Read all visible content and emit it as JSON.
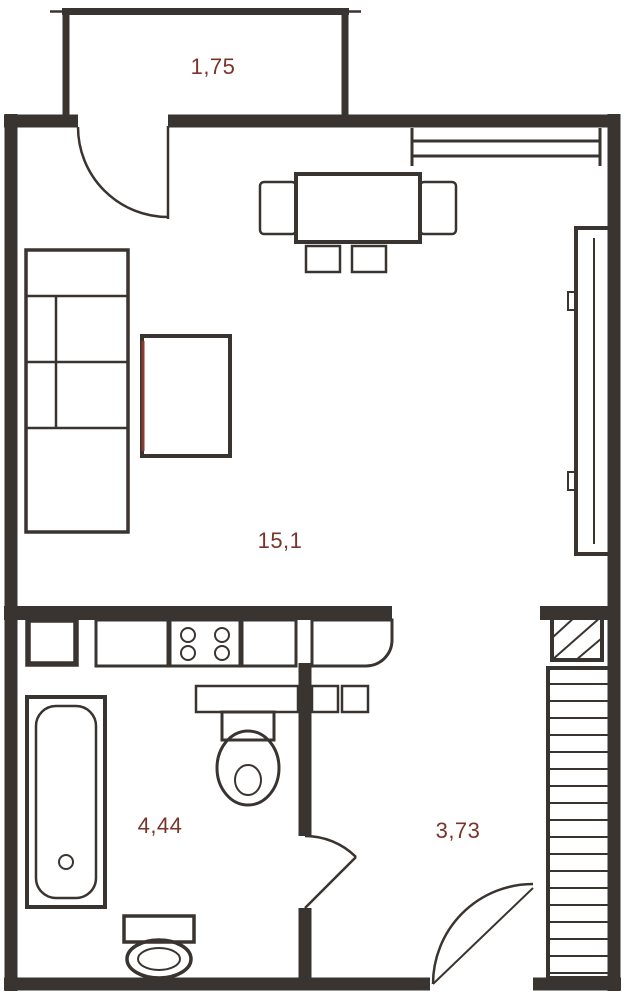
{
  "title": "apartment-floor-plan",
  "rooms": {
    "balcony": {
      "area_label": "1,75"
    },
    "living_room": {
      "area_label": "15,1"
    },
    "bathroom": {
      "area_label": "4,44"
    },
    "hallway": {
      "area_label": "3,73"
    }
  },
  "colors": {
    "walls": "#3a3431",
    "labels": "#7a342a",
    "accent": "#8a3a2e",
    "background": "#ffffff"
  },
  "icons": [
    "sofa-icon",
    "tv-console-icon",
    "dining-table-icon",
    "chair-icon",
    "wardrobe-icon",
    "fridge-icon",
    "kitchen-counter-icon",
    "stove-icon",
    "washbasin-icon",
    "bathtub-icon",
    "toilet-icon",
    "balcony-door-icon",
    "bathroom-door-icon",
    "entrance-door-icon",
    "window-icon",
    "shaft-icon",
    "radiator-hatch-icon"
  ]
}
